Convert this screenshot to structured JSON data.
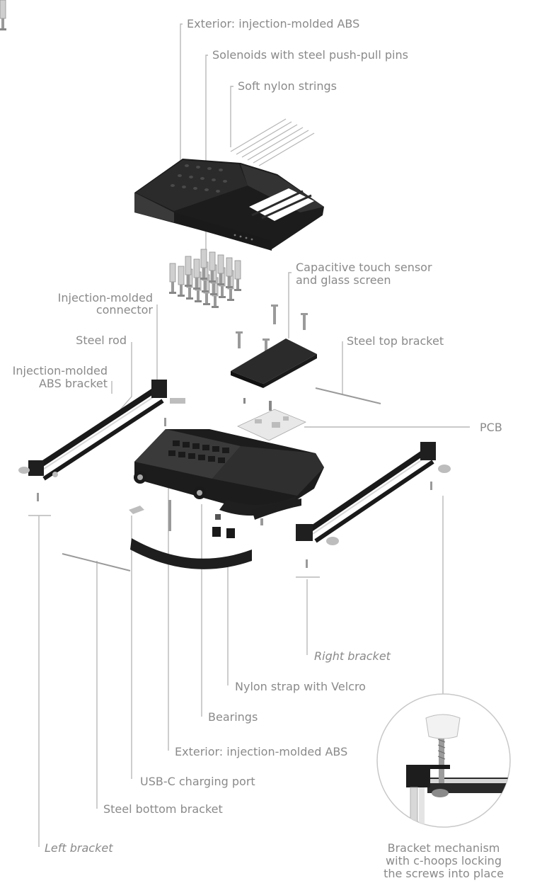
{
  "labels": {
    "exterior_top": "Exterior: injection-molded ABS",
    "solenoids": "Solenoids with steel push-pull pins",
    "strings": "Soft nylon strings",
    "capacitive_line1": "Capacitive touch sensor",
    "capacitive_line2": "and glass screen",
    "connector_line1": "Injection-molded",
    "connector_line2": "connector",
    "steel_rod": "Steel rod",
    "abs_bracket_line1": "Injection-molded",
    "abs_bracket_line2": "ABS bracket",
    "steel_top_bracket": "Steel top bracket",
    "pcb": "PCB",
    "right_bracket": "Right bracket",
    "nylon_strap": "Nylon strap with Velcro",
    "bearings": "Bearings",
    "exterior_bottom": "Exterior: injection-molded ABS",
    "usb_c": "USB-C charging port",
    "steel_bottom_bracket": "Steel bottom bracket",
    "left_bracket": "Left bracket",
    "mechanism_line1": "Bracket mechanism",
    "mechanism_line2": "with c-hoops locking",
    "mechanism_line3": "the screws into place"
  },
  "colors": {
    "label_text": "#8a8a8a",
    "leader_line": "#b8b8b8",
    "plastic": "#2b2b2b",
    "metal": "#cfcfcf"
  }
}
